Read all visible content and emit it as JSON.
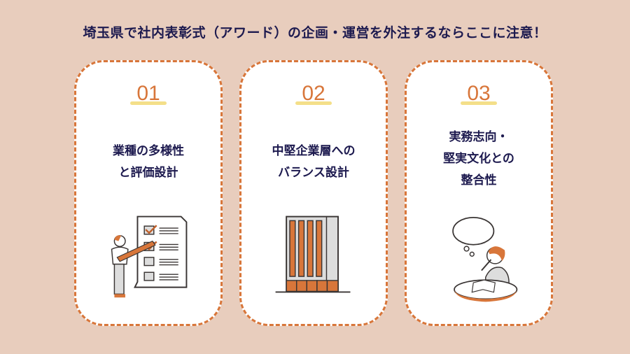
{
  "page_title": "埼玉県で社内表彰式（アワード）の企画・運営を外注するならここに注意！",
  "colors": {
    "background": "#e8cdbd",
    "accent": "#d8763a",
    "text": "#1d1a4f",
    "highlight": "#f3dc7c"
  },
  "cards": [
    {
      "number": "01",
      "line1": "業種の多様性",
      "line2": "と評価設計",
      "line3": "",
      "icon": "checklist-person-icon"
    },
    {
      "number": "02",
      "line1": "中堅企業層への",
      "line2": "バランス設計",
      "line3": "",
      "icon": "building-icon"
    },
    {
      "number": "03",
      "line1": "実務志向・",
      "line2": "堅実文化との",
      "line3": "整合性",
      "icon": "thinking-person-icon"
    }
  ]
}
